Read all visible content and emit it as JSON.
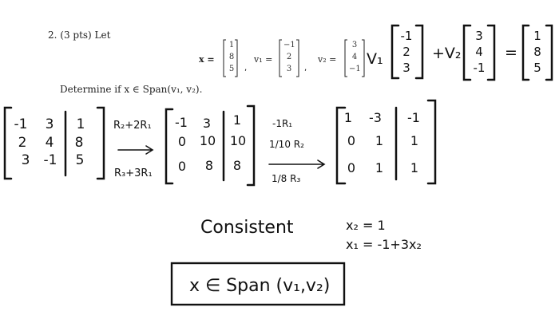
{
  "problem": {
    "header": "2. (3 pts) Let",
    "question": "Determine if x ∈ Span(v₁, v₂).",
    "x_label": "x =",
    "v1_label": "v₁ =",
    "v2_label": "v₂ =",
    "x": [
      "1",
      "8",
      "5"
    ],
    "v1": [
      "−1",
      "2",
      "3"
    ],
    "v2": [
      "3",
      "4",
      "−1"
    ]
  },
  "handwriting": {
    "equation": {
      "v1_coef": "V₁",
      "v1_col": [
        "-1",
        "2",
        "3"
      ],
      "plus_v2": "+V₂",
      "v2_col": [
        "3",
        "4",
        "-1"
      ],
      "equals": "=",
      "rhs_col": [
        "1",
        "8",
        "5"
      ]
    },
    "matrix1": [
      [
        "-1",
        "3",
        "1"
      ],
      [
        "2",
        "4",
        "8"
      ],
      [
        "3",
        "-1",
        "5"
      ]
    ],
    "op1_top": "R₂+2R₁",
    "op1_bottom": "R₃+3R₁",
    "matrix2": [
      [
        "-1",
        "3",
        "1"
      ],
      [
        "0",
        "10",
        "10"
      ],
      [
        "0",
        "8",
        "8"
      ]
    ],
    "op2": [
      "-1R₁",
      "1/10 R₂",
      "1/8 R₃"
    ],
    "matrix3": [
      [
        "1",
        "-3",
        "-1"
      ],
      [
        "0",
        "1",
        "1"
      ],
      [
        "0",
        "1",
        "1"
      ]
    ],
    "consistent": "Consistent",
    "sol_x2": "x₂ = 1",
    "sol_x1": "x₁ = -1+3x₂",
    "conclusion": "x ∈ Span (v₁,v₂)"
  }
}
